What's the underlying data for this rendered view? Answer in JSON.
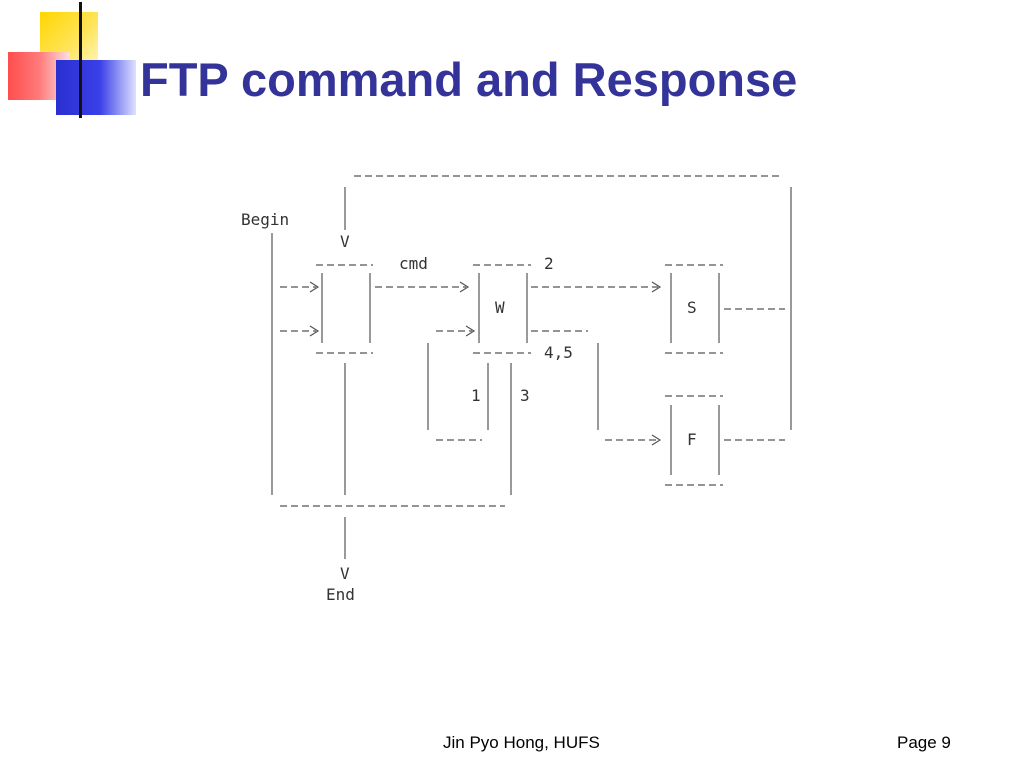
{
  "slide": {
    "title": "FTP command and Response",
    "footer_author": "Jin Pyo Hong, HUFS",
    "footer_page": "Page 9"
  },
  "diagram": {
    "labels": {
      "begin": "Begin",
      "end": "End",
      "v_top": "V",
      "v_bottom": "V",
      "cmd": "cmd",
      "two": "2",
      "four_five": "4,5",
      "one": "1",
      "three": "3"
    },
    "states": {
      "w": "W",
      "s": "S",
      "f": "F"
    }
  },
  "colors": {
    "title": "#333399",
    "logo_yellow": "#ffd600",
    "logo_red": "#ff4d4d",
    "logo_blue": "#2a2fd0"
  }
}
